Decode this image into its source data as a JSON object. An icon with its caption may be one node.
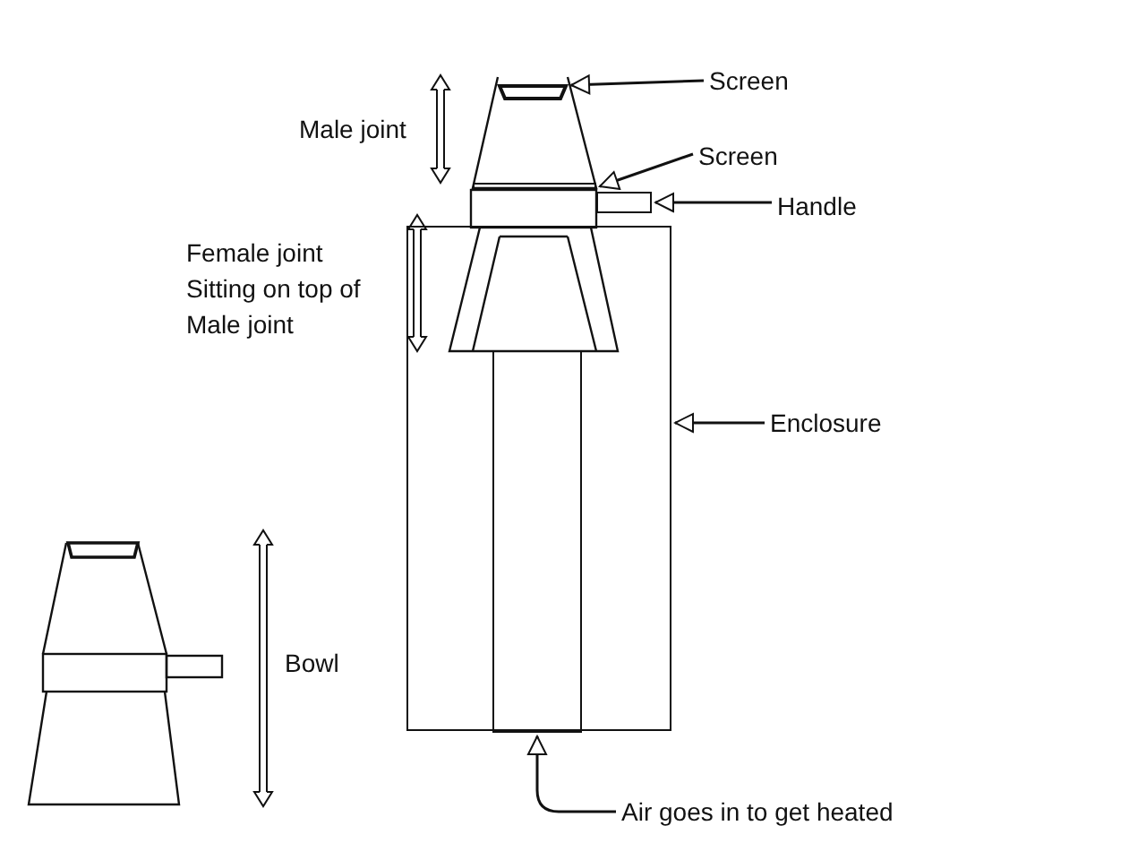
{
  "diagram": {
    "nodes": [
      {
        "text": [
          "Screen"
        ]
      },
      {
        "text": [
          "Screen"
        ]
      },
      {
        "text": [
          "Handle"
        ]
      },
      {
        "text": [
          "Enclosure"
        ]
      },
      {
        "text": [
          "Air goes in to get heated"
        ]
      },
      {
        "text": [],
        "shape": "box"
      },
      {
        "text": [],
        "shape": "box"
      },
      {
        "text": [],
        "shape": "box"
      },
      {
        "text": [],
        "shape": "box"
      },
      {
        "text": [],
        "shape": "box",
        "in": 8
      }
    ],
    "edges": [
      {
        "from": 0,
        "to": 5,
        "arrow": "to"
      },
      {
        "from": 1,
        "to": 6,
        "arrow": "to"
      },
      {
        "from": 2,
        "to": 7,
        "arrow": "to"
      },
      {
        "from": 3,
        "to": 8,
        "arrow": "to"
      },
      {
        "from": 4,
        "to": 9,
        "arrow": "to"
      }
    ],
    "labels": [
      "Male joint",
      "Female joint Sitting on top of Male joint",
      "Bowl"
    ]
  }
}
